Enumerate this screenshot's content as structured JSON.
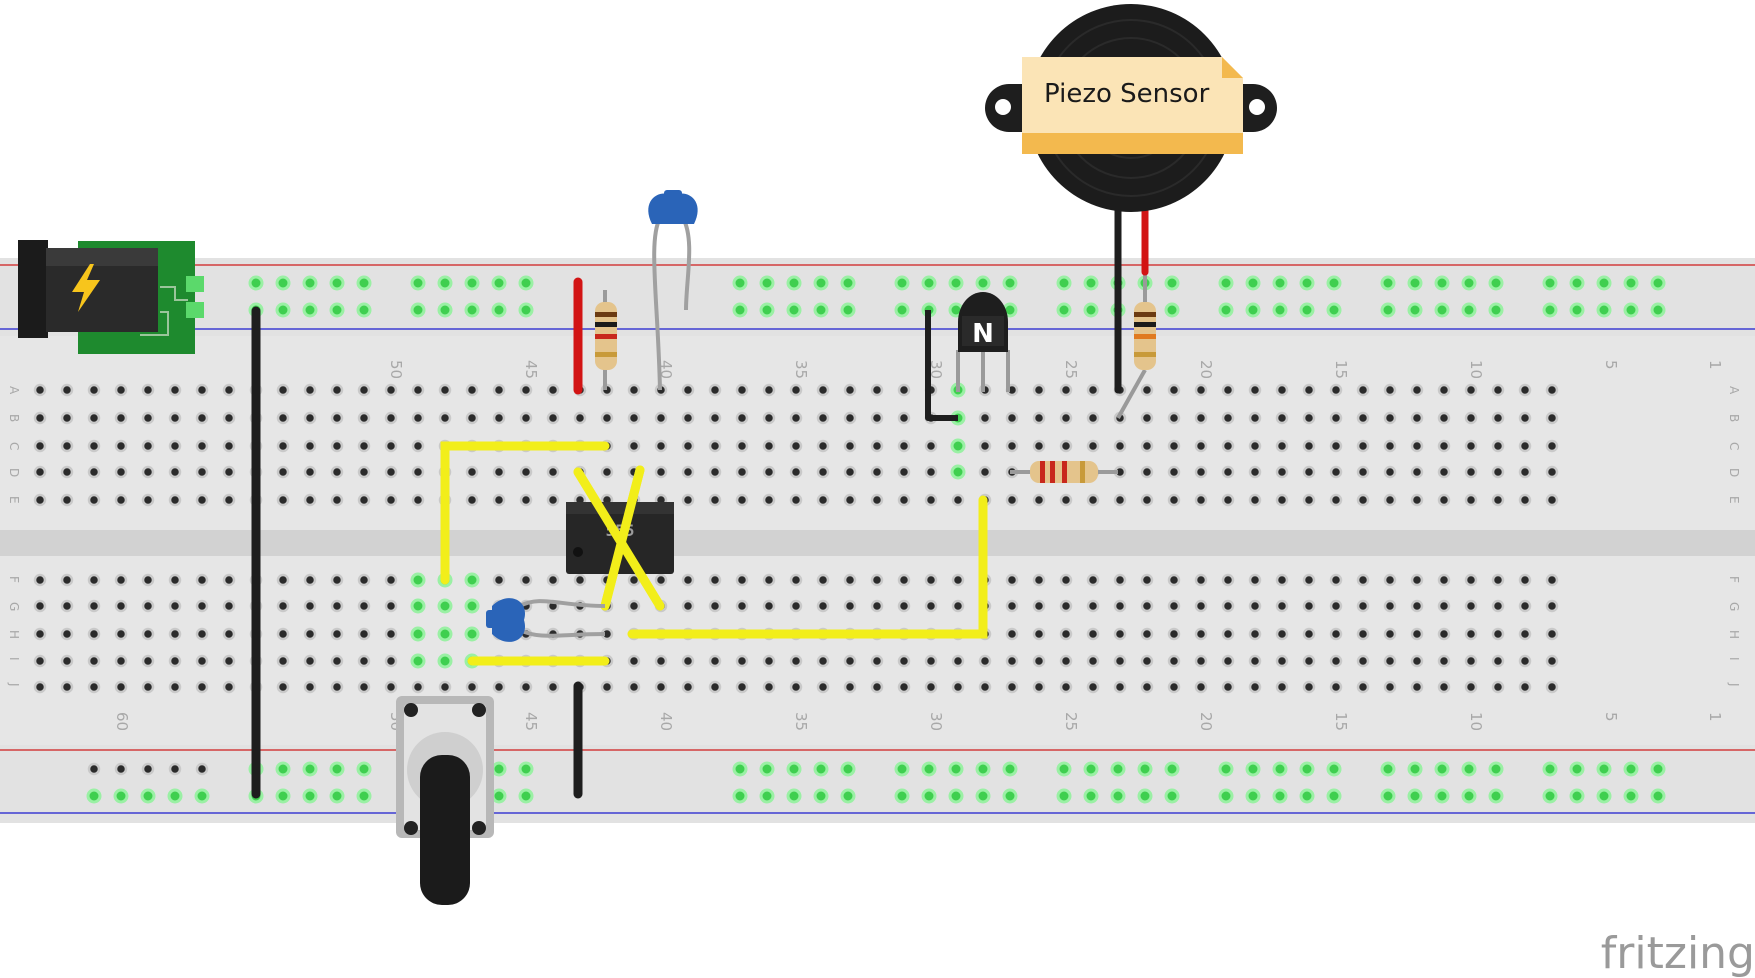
{
  "note": {
    "text": "Piezo Sensor"
  },
  "ic": {
    "label": "555"
  },
  "transistor": {
    "label": "N"
  },
  "brand": {
    "text": "fritzing"
  },
  "breadboard": {
    "column_numbers_top": [
      "50",
      "45",
      "40",
      "35",
      "30",
      "25",
      "20",
      "15",
      "10",
      "5",
      "1"
    ],
    "column_numbers_bottom": [
      "60",
      "50",
      "45",
      "40",
      "35",
      "30",
      "25",
      "20",
      "15",
      "10",
      "5",
      "1"
    ],
    "row_letters_top": [
      "A",
      "B",
      "C",
      "D",
      "E"
    ],
    "row_letters_bottom": [
      "F",
      "G",
      "H",
      "I",
      "J"
    ]
  },
  "colors": {
    "wire_yellow": "#f2ee1a",
    "wire_red": "#d21414",
    "wire_black": "#1e1e1e",
    "rail_red": "#d23c3c",
    "rail_blue": "#3c3cd2",
    "board": "#e8e8e8",
    "pcb_green": "#1e8a2e",
    "capacitor_blue": "#2a64b8"
  }
}
